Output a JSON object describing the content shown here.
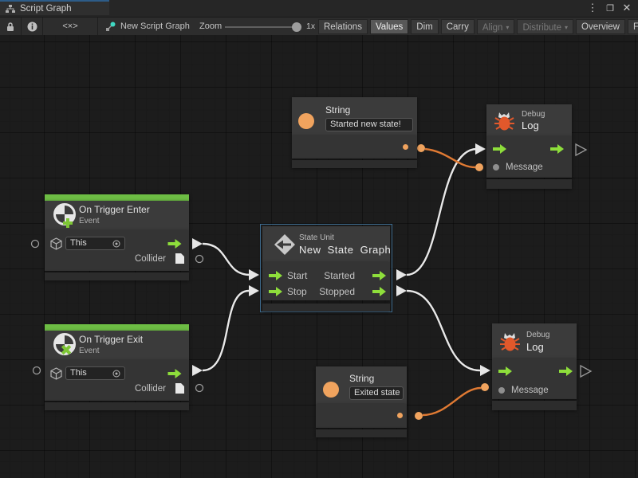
{
  "tab": {
    "title": "Script Graph"
  },
  "window_controls": {
    "menu": "⋮",
    "maximize": "❐",
    "close": "✕"
  },
  "toolbar": {
    "code_icon_label": "<×>",
    "graph_name": "New Script Graph",
    "zoom_label": "Zoom",
    "zoom_value": "1x",
    "relations": "Relations",
    "values": "Values",
    "dim": "Dim",
    "carry": "Carry",
    "align": "Align",
    "distribute": "Distribute",
    "overview": "Overview",
    "fullscreen": "Full Scr",
    "caret": "▾"
  },
  "nodes": {
    "trigger_enter": {
      "title": "On Trigger Enter",
      "subtitle": "Event",
      "this_value": "This",
      "collider_label": "Collider"
    },
    "trigger_exit": {
      "title": "On Trigger Exit",
      "subtitle": "Event",
      "this_value": "This",
      "collider_label": "Collider"
    },
    "state_unit": {
      "kind": "State Unit",
      "name": "New State Graph",
      "start": "Start",
      "stop": "Stop",
      "started": "Started",
      "stopped": "Stopped"
    },
    "string_top": {
      "title": "String",
      "value": "Started new state!"
    },
    "string_bottom": {
      "title": "String",
      "value": "Exited state"
    },
    "debug_top": {
      "kind": "Debug",
      "name": "Log",
      "message": "Message"
    },
    "debug_bottom": {
      "kind": "Debug",
      "name": "Log",
      "message": "Message"
    }
  },
  "colors": {
    "flow_green": "#8ede3b",
    "value_orange": "#f0a35e",
    "wire_orange": "#e0indicator7a33",
    "wire_orange_hex": "#e07a33",
    "selection": "#3f6e92",
    "event_bar": "#6dbd44",
    "bug_orange": "#e2582b",
    "tab_accent": "#2d5c88"
  }
}
